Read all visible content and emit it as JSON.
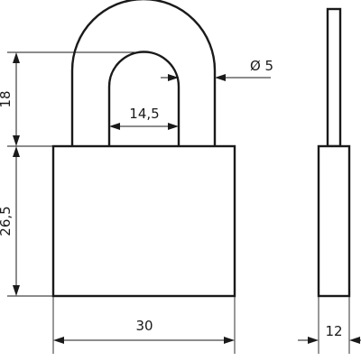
{
  "dimensions": {
    "shackle_height": "18",
    "body_height": "26,5",
    "shackle_inner_width": "14,5",
    "shackle_diameter": "Ø 5",
    "body_width": "30",
    "body_thickness": "12"
  },
  "colors": {
    "line": "#1a1a1a",
    "background": "#ffffff"
  }
}
